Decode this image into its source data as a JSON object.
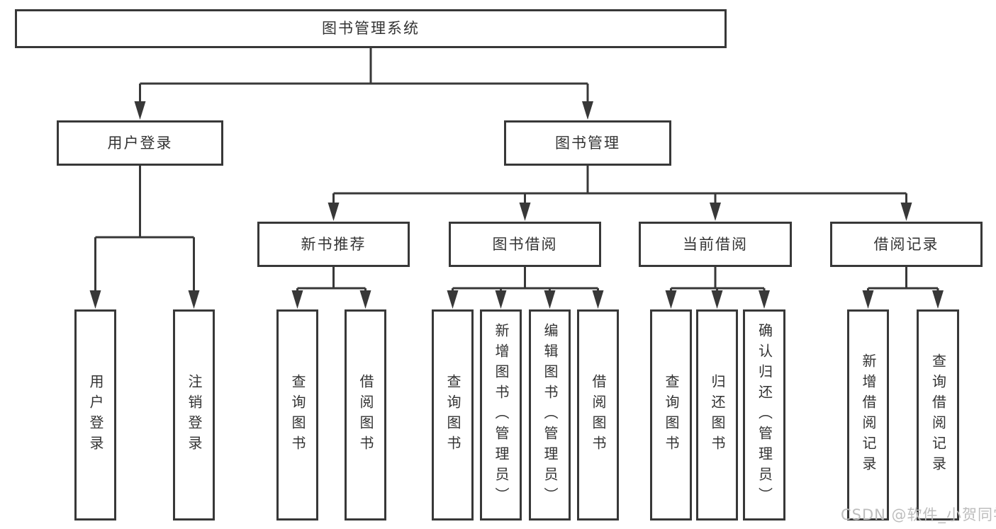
{
  "tree": {
    "root": {
      "label": "图书管理系统"
    },
    "branches": [
      {
        "label": "用户登录",
        "leaves": [
          {
            "label": "用户登录"
          },
          {
            "label": "注销登录"
          }
        ]
      },
      {
        "label": "图书管理",
        "groups": [
          {
            "label": "新书推荐",
            "leaves": [
              {
                "label": "查询图书"
              },
              {
                "label": "借阅图书"
              }
            ]
          },
          {
            "label": "图书借阅",
            "leaves": [
              {
                "label": "查询图书"
              },
              {
                "label": "新增图书（管理员）"
              },
              {
                "label": "编辑图书（管理员）"
              },
              {
                "label": "借阅图书"
              }
            ]
          },
          {
            "label": "当前借阅",
            "leaves": [
              {
                "label": "查询图书"
              },
              {
                "label": "归还图书"
              },
              {
                "label": "确认归还（管理员）"
              }
            ]
          },
          {
            "label": "借阅记录",
            "leaves": [
              {
                "label": "新增借阅记录"
              },
              {
                "label": "查询借阅记录"
              }
            ]
          }
        ]
      }
    ]
  },
  "watermark": {
    "text": "CSDN @软件_小贺同学",
    "color": "#bdbdbd"
  },
  "style": {
    "line_color": "#383838",
    "box_border_color": "#383838",
    "text_color": "#333333",
    "background": "#ffffff"
  }
}
